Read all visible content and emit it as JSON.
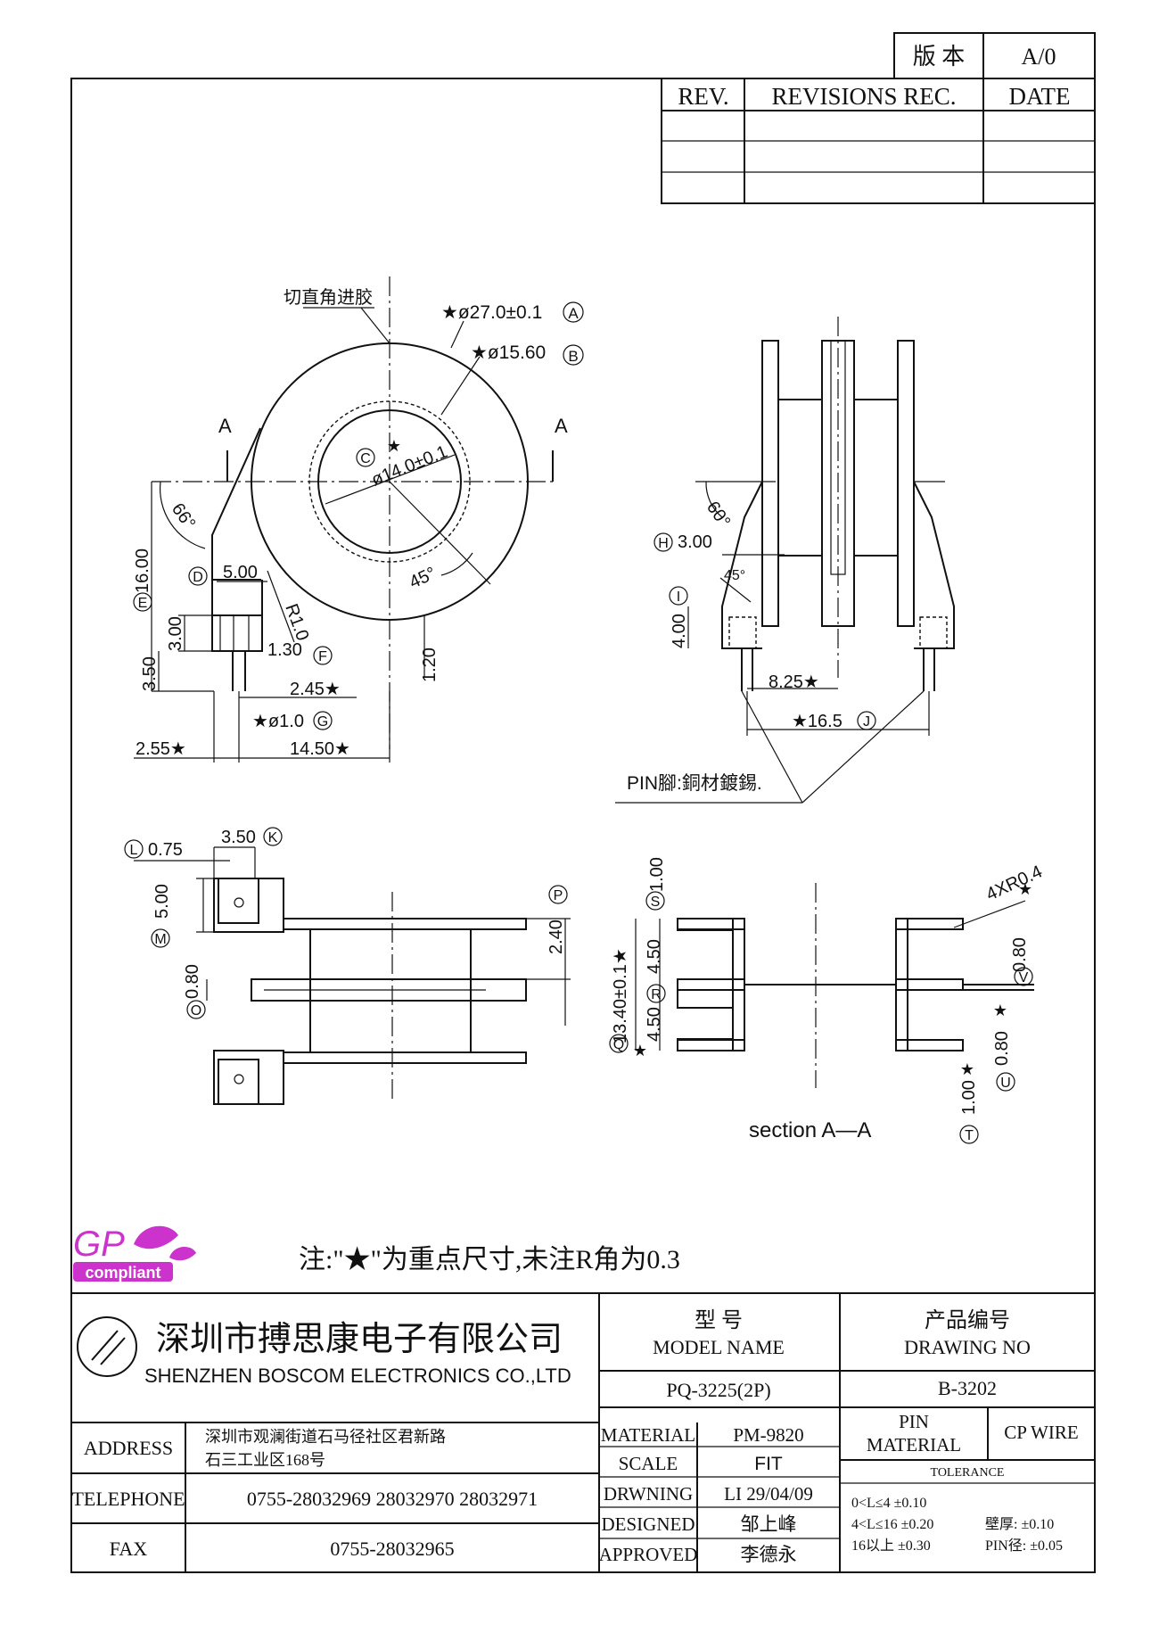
{
  "title_block_top": {
    "version_label": "版 本",
    "version_value": "A/0",
    "rev_header": "REV.",
    "revisions_header": "REVISIONS REC.",
    "date_header": "DATE"
  },
  "top_view": {
    "note_gate": "切直角进胶",
    "dim_outer": "★ø27.0±0.1",
    "dim_outer_tag": "A",
    "dim_mid": "★ø15.60",
    "dim_mid_tag": "B",
    "dim_inner_tag": "C",
    "dim_inner": "ø14.0±0.1",
    "star": "★",
    "section_mark": "A",
    "angle_66": "66°",
    "angle_45": "45°",
    "dim_16": "16.00",
    "dim_16_tag": "E",
    "tag_d": "D",
    "dim_5": "5.00",
    "dim_r1": "R1.0",
    "dim_3": "3.00",
    "dim_350": "3.50",
    "dim_130": "1.30",
    "tag_f": "F",
    "dim_120": "1.20",
    "dim_245": "2.45★",
    "dim_pin": "★ø1.0",
    "tag_g": "G",
    "dim_255": "2.55★",
    "dim_1450": "14.50★"
  },
  "side_view": {
    "angle_60": "60°",
    "tag_h": "H",
    "dim_300": "3.00",
    "angle_45": "45°",
    "tag_i": "I",
    "dim_400": "4.00",
    "dim_825": "8.25★",
    "dim_165": "★16.5",
    "tag_j": "J",
    "pin_note": "PIN腳:銅材鍍錫."
  },
  "bottom_left_view": {
    "tag_l": "L",
    "dim_075": "0.75",
    "dim_350": "3.50",
    "tag_k": "K",
    "dim_500": "5.00",
    "tag_m": "M",
    "dim_080": "0.80",
    "tag_o": "O",
    "tag_p": "P",
    "dim_240": "2.40"
  },
  "section_view": {
    "tag_s": "S",
    "dim_100": "1.00",
    "dim_1340": "13.40±0.1★",
    "dim_450a": "4.50",
    "tag_r": "R",
    "dim_450b": "4.50",
    "tag_q": "Q",
    "star": "★",
    "dim_4xr": "4XR0.4",
    "dim_080v": "0.80",
    "tag_v": "V",
    "dim_080b": "0.80",
    "tag_u": "U",
    "dim_100b": "1.00",
    "tag_t": "T",
    "caption": "section A—A"
  },
  "note": {
    "gp_text": "GP",
    "gp_badge": "compliant",
    "remark": "注:\"★\"为重点尺寸,未注R角为0.3"
  },
  "title_block": {
    "company_cn": "深圳市搏思康电子有限公司",
    "company_en": "SHENZHEN BOSCOM ELECTRONICS CO.,LTD",
    "model_cn": "型    号",
    "model_en": "MODEL NAME",
    "model_value": "PQ-3225(2P)",
    "drawing_cn": "产品编号",
    "drawing_en": "DRAWING NO",
    "drawing_value": "B-3202",
    "address_label": "ADDRESS",
    "address_line1": "深圳市观澜街道石马径社区君新路",
    "address_line2": "石三工业区168号",
    "telephone_label": "TELEPHONE",
    "telephone_value": "0755-28032969 28032970 28032971",
    "fax_label": "FAX",
    "fax_value": "0755-28032965",
    "material_label": "MATERIAL",
    "material_value": "PM-9820",
    "scale_label": "SCALE",
    "scale_value": "FIT",
    "drawing_label": "DRWNING",
    "drawing_date": "LI 29/04/09",
    "designed_label": "DESIGNED",
    "designed_value": "邹上峰",
    "approved_label": "APPROVED",
    "approved_value": "李德永",
    "pin_material_label_1": "PIN",
    "pin_material_label_2": "MATERIAL",
    "pin_material_value": "CP WIRE",
    "tolerance_label": "TOLERANCE",
    "tol_1": "0<L≤4  ±0.10",
    "tol_2": "4<L≤16  ±0.20",
    "tol_3": "16以上     ±0.30",
    "tol_wall": "壁厚:   ±0.10",
    "tol_pin": "PIN径:  ±0.05"
  }
}
